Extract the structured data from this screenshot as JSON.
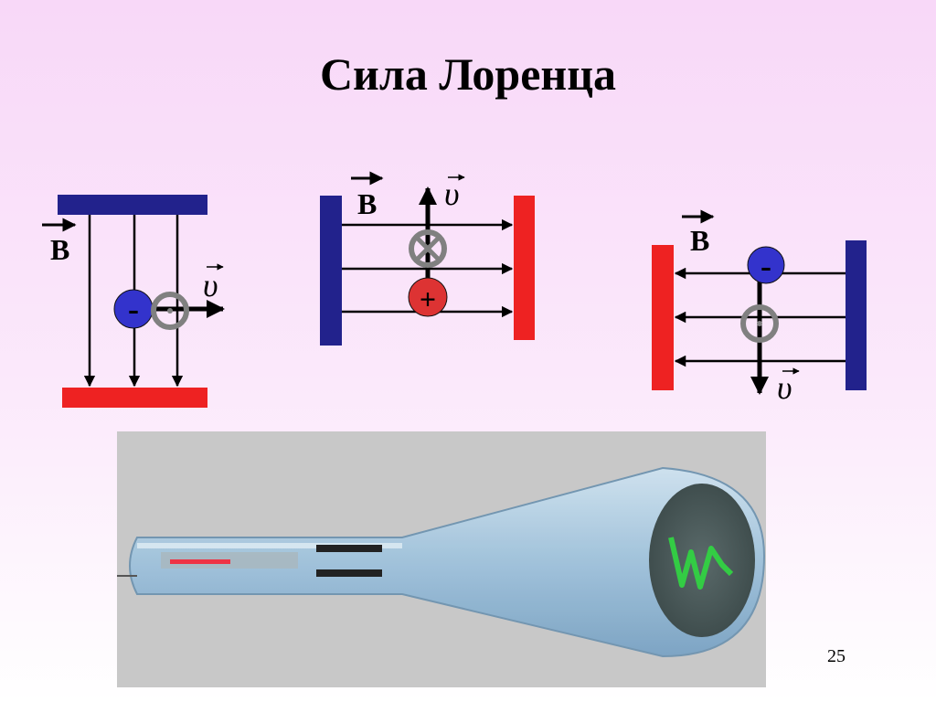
{
  "slide": {
    "title": "Сила Лоренца",
    "page_number": "25"
  },
  "diagrams": [
    {
      "name": "vertical-field",
      "field_label": "B",
      "velocity_label": "υ",
      "charge_sign": "-",
      "charge_color": "#3333cc",
      "top_plate_color": "#22228c",
      "bottom_plate_color": "#ee2222"
    },
    {
      "name": "horizontal-field-right",
      "field_label": "B",
      "velocity_label": "υ",
      "charge_sign": "+",
      "charge_color": "#dd3333",
      "left_plate_color": "#22228c",
      "right_plate_color": "#ee2222"
    },
    {
      "name": "horizontal-field-left",
      "field_label": "B",
      "velocity_label": "υ",
      "charge_sign": "-",
      "charge_color": "#3333cc",
      "left_plate_color": "#ee2222",
      "right_plate_color": "#22228c"
    }
  ],
  "colors": {
    "neutral_ring": "#808080",
    "field_line": "#000000",
    "crt_background": "#c8c8c8",
    "crt_screen_trace": "#33cc44"
  },
  "icons": [
    "cathode-ray-tube-icon",
    "cross-into-page-icon",
    "point-out-of-page-icon"
  ]
}
